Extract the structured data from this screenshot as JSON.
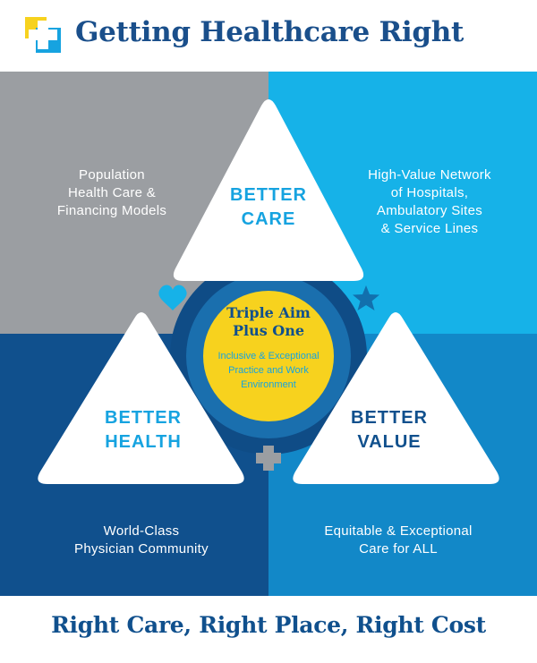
{
  "header": {
    "title": "Getting Healthcare Right",
    "logo_icon": "medical-cross-icon"
  },
  "quadrants": {
    "top_left": {
      "text": "Population\nHealth Care &\nFinancing Models",
      "color": "#9b9ea2"
    },
    "top_right": {
      "text": "High-Value Network\nof Hospitals,\nAmbulatory Sites\n& Service Lines",
      "color": "#16b2e8"
    },
    "bottom_left": {
      "text": "World-Class\nPhysician Community",
      "color": "#10508d"
    },
    "bottom_right": {
      "text": "Equitable & Exceptional\nCare for ALL",
      "color": "#1288c8"
    }
  },
  "triangles": {
    "care": "BETTER\nCARE",
    "health": "BETTER\nHEALTH",
    "value": "BETTER\nVALUE"
  },
  "center": {
    "title": "Triple Aim\nPlus One",
    "subtitle": "Inclusive & Exceptional\nPractice and Work\nEnvironment",
    "color": "#f7d21e"
  },
  "icons": [
    "heart-icon",
    "star-icon",
    "plus-icon"
  ],
  "footer": {
    "tagline": "Right Care, Right Place, Right Cost"
  }
}
